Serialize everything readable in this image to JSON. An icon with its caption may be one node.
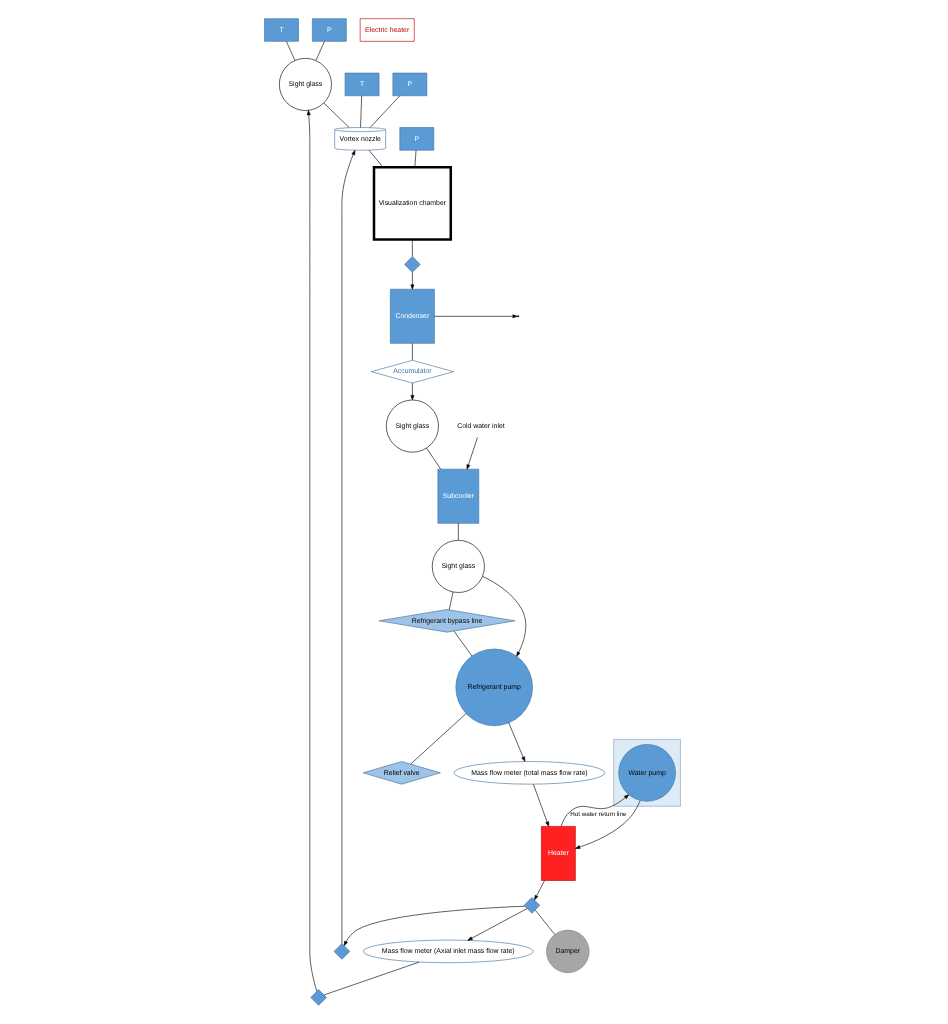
{
  "diagram": {
    "nodes": [
      {
        "text": [
          "T"
        ]
      },
      {
        "text": [
          "P"
        ]
      },
      {
        "text": [],
        "shape": "valve"
      },
      {
        "text": [
          "Mass flow meter (Axial inlet mass flow rate)"
        ]
      },
      {
        "text": [
          "Condenser"
        ]
      },
      {
        "text": [
          "Sight glass"
        ]
      },
      {
        "text": [
          "T"
        ]
      },
      {
        "text": [
          "P"
        ]
      },
      {
        "text": [],
        "shape": "valve"
      },
      {
        "text": [
          "Vortex nozzle"
        ]
      },
      {
        "text": [
          "Damper"
        ]
      },
      {
        "text": [
          "Accumulator"
        ]
      },
      {
        "text": [
          "Sight glass"
        ]
      },
      {
        "text": [],
        "shape": "valve"
      },
      {
        "text": [
          "Visualization chamber"
        ]
      },
      {
        "text": [
          "P"
        ]
      },
      {
        "text": [
          "Subcooler"
        ]
      },
      {
        "text": [
          "Heater"
        ]
      },
      {
        "text": [
          "Sight glass"
        ]
      },
      {
        "text": [
          "Refrigerant bypass line"
        ]
      },
      {
        "text": [
          "Cold water inlet"
        ]
      },
      {
        "text": [],
        "shape": "box"
      },
      {
        "text": [
          "Electric heater"
        ]
      },
      {
        "text": [
          "Refrigerant pump"
        ]
      },
      {
        "text": [],
        "shape": "valve"
      },
      {
        "text": [
          "Water pump"
        ],
        "in": 21
      },
      {
        "text": [
          "Relief valve"
        ]
      },
      {
        "text": [
          "Mass flow meter (total mass flow rate)"
        ]
      }
    ],
    "edges": [
      {
        "from": 4,
        "to": 11,
        "arrow": "none"
      },
      {
        "from": 11,
        "to": 12,
        "arrow": "to"
      },
      {
        "from": 12,
        "to": 16,
        "arrow": "none"
      },
      {
        "from": 20,
        "to": 16,
        "arrow": "to"
      },
      {
        "from": 4,
        "to": null,
        "arrow": "to"
      },
      {
        "from": 16,
        "to": 18,
        "arrow": "none"
      },
      {
        "from": 18,
        "to": 23,
        "arrow": "to"
      },
      {
        "from": 18,
        "to": 19,
        "arrow": "none"
      },
      {
        "from": 19,
        "to": 23,
        "arrow": "none"
      },
      {
        "from": 23,
        "to": 26,
        "arrow": "none"
      },
      {
        "from": 23,
        "to": 27,
        "arrow": "to"
      },
      {
        "from": 27,
        "to": 17,
        "arrow": "to"
      },
      {
        "from": 17,
        "to": 13,
        "arrow": "to"
      },
      {
        "from": 13,
        "to": 10,
        "arrow": "none"
      },
      {
        "from": 13,
        "to": 8,
        "arrow": "to"
      },
      {
        "from": 6,
        "to": 9,
        "arrow": "none"
      },
      {
        "from": 7,
        "to": 9,
        "arrow": "none"
      },
      {
        "from": 8,
        "to": 9,
        "arrow": "to"
      },
      {
        "from": 13,
        "to": 3,
        "arrow": "to"
      },
      {
        "from": 3,
        "to": 2,
        "arrow": "none"
      },
      {
        "from": 0,
        "to": 5,
        "arrow": "none"
      },
      {
        "from": 1,
        "to": 5,
        "arrow": "none"
      },
      {
        "from": 2,
        "to": 5,
        "arrow": "to"
      },
      {
        "from": 5,
        "to": 9,
        "arrow": "none"
      },
      {
        "from": 9,
        "to": 14,
        "arrow": "none"
      },
      {
        "from": 15,
        "to": 14,
        "arrow": "none"
      },
      {
        "from": 14,
        "to": 24,
        "arrow": "none"
      },
      {
        "from": 24,
        "to": 4,
        "arrow": "to"
      },
      {
        "from": 25,
        "to": 17,
        "arrow": "to"
      },
      {
        "from": 17,
        "to": 25,
        "arrow": "to",
        "label": "Hot water return line"
      }
    ]
  }
}
